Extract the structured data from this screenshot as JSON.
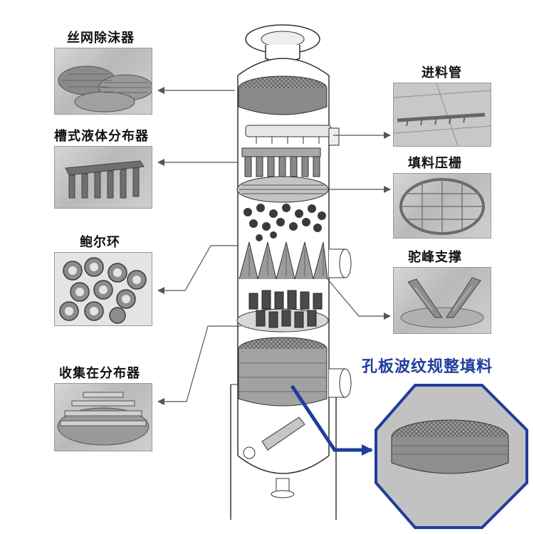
{
  "labels": {
    "wire_mesh_demister": "丝网除沫器",
    "trough_distributor": "槽式液体分布器",
    "pall_ring": "鲍尔环",
    "collector_distributor": "收集在分布器",
    "feed_pipe": "进料管",
    "packing_grid": "填料压栅",
    "camel_hump_support": "驼峰支撑",
    "perforated_packing": "孔板波纹规整填料"
  },
  "colors": {
    "highlight_text": "#1f3e9b",
    "highlight_arrow": "#1f3e9b",
    "leader_line": "#555555",
    "octagon_border": "#1f3e9b"
  }
}
